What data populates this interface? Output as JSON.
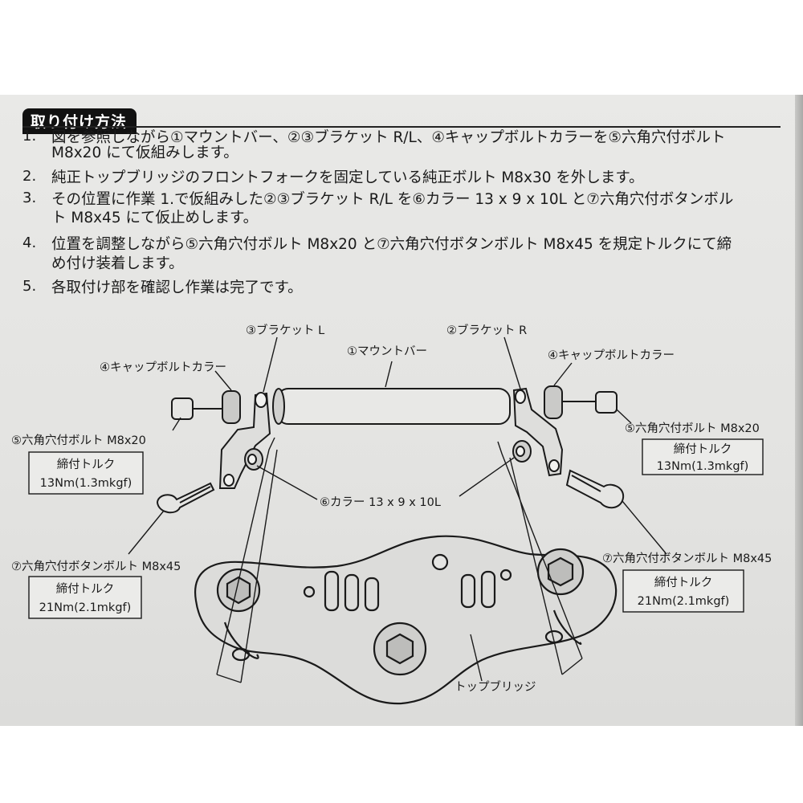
{
  "heading": "取り付け方法",
  "steps": [
    {
      "num": "1.",
      "lines": [
        "図を参照しながら①マウントバー、②③ブラケット R/L、④キャップボルトカラーを⑤六角穴付ボルト",
        "M8x20 にて仮組みします。"
      ]
    },
    {
      "num": "2.",
      "lines": [
        "純正トップブリッジのフロントフォークを固定している純正ボルト M8x30 を外します。"
      ]
    },
    {
      "num": "3.",
      "lines": [
        "その位置に作業 1.で仮組みした②③ブラケット R/L を⑥カラー 13 x 9 x 10L と⑦六角穴付ボタンボル",
        "ト M8x45 にて仮止めします。"
      ]
    },
    {
      "num": "4.",
      "lines": [
        "位置を調整しながら⑤六角穴付ボルト M8x20 と⑦六角穴付ボタンボルト M8x45 を規定トルクにて締",
        "め付け装着します。"
      ]
    },
    {
      "num": "5.",
      "lines": [
        "各取付け部を確認し作業は完了です。"
      ]
    }
  ],
  "labels": {
    "mount_bar": "①マウントバー",
    "bracket_r": "②ブラケット R",
    "bracket_l": "③ブラケット L",
    "cap_collar_left": "④キャップボルトカラー",
    "cap_collar_right": "④キャップボルトカラー",
    "bolt_m8x20_left": "⑤六角穴付ボルト M8x20",
    "bolt_m8x20_right": "⑤六角穴付ボルト M8x20",
    "collar": "⑥カラー 13 x 9 x 10L",
    "button_bolt_left": "⑦六角穴付ボタンボルト M8x45",
    "button_bolt_right": "⑦六角穴付ボタンボルト M8x45",
    "top_bridge": "トップブリッジ"
  },
  "torque_boxes": {
    "m8x20_left": {
      "title": "締付トルク",
      "value": "13Nm(1.3mkgf)"
    },
    "m8x20_right": {
      "title": "締付トルク",
      "value": "13Nm(1.3mkgf)"
    },
    "m8x45_left": {
      "title": "締付トルク",
      "value": "21Nm(2.1mkgf)"
    },
    "m8x45_right": {
      "title": "締付トルク",
      "value": "21Nm(2.1mkgf)"
    }
  }
}
